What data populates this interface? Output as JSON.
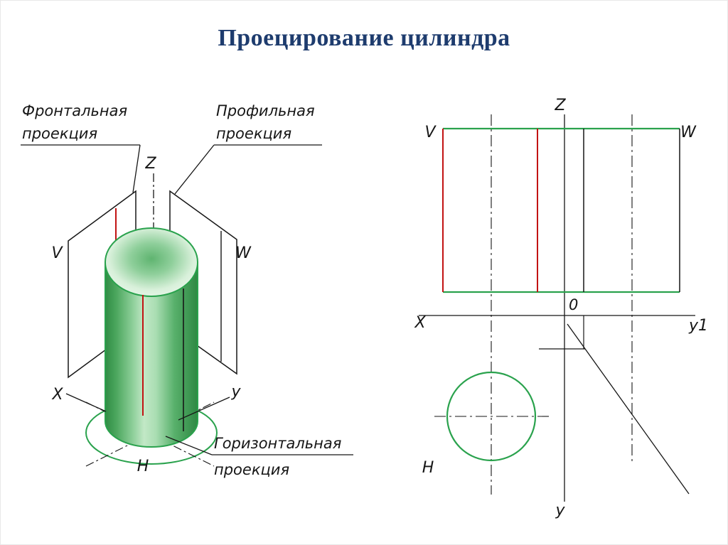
{
  "title": "Проецирование цилиндра",
  "colors": {
    "title": "#1e3c6e",
    "green": "#2aa24d",
    "red": "#c21313",
    "ink": "#161616"
  },
  "pictorial": {
    "callouts": {
      "frontal": {
        "line1": "Фронтальная",
        "line2": "проекция"
      },
      "profile": {
        "line1": "Профильная",
        "line2": "проекция"
      },
      "horizontal": {
        "line1": "Горизонтальная",
        "line2": "проекция"
      }
    },
    "axis_labels": {
      "z": "Z",
      "v": "V",
      "w": "W",
      "x": "X",
      "y": "у",
      "h": "H"
    }
  },
  "orthographic": {
    "axis_labels": {
      "z": "Z",
      "v": "V",
      "w": "W",
      "x": "X",
      "origin": "0",
      "y1": "у1",
      "h": "H",
      "y": "у"
    }
  }
}
